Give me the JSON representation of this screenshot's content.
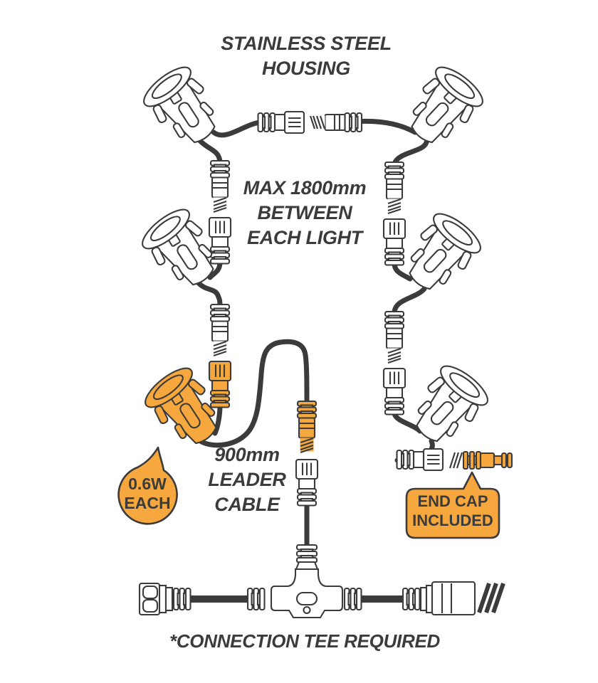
{
  "diagram": {
    "title": {
      "line1": "STAINLESS STEEL",
      "line2": "HOUSING"
    },
    "max_distance_note": {
      "line1": "MAX 1800mm",
      "line2": "BETWEEN",
      "line3": "EACH LIGHT"
    },
    "wattage_badge": {
      "line1": "0.6W",
      "line2": "EACH"
    },
    "leader_cable_note": {
      "line1": "900mm",
      "line2": "LEADER",
      "line3": "CABLE"
    },
    "end_cap_badge": {
      "line1": "END CAP",
      "line2": "INCLUDED"
    },
    "tee_note": "*CONNECTION TEE REQUIRED",
    "colors": {
      "accent_orange": "#F6A83E",
      "line_dark": "#3B3B3B",
      "background": "#FFFFFF"
    },
    "components": [
      "recessed-light-fixture (6, one highlighted orange)",
      "male-cable-connector",
      "female-cable-connector",
      "leader-cable",
      "end-cap-plug",
      "connection-tee",
      "supply-cable-plugs"
    ]
  }
}
